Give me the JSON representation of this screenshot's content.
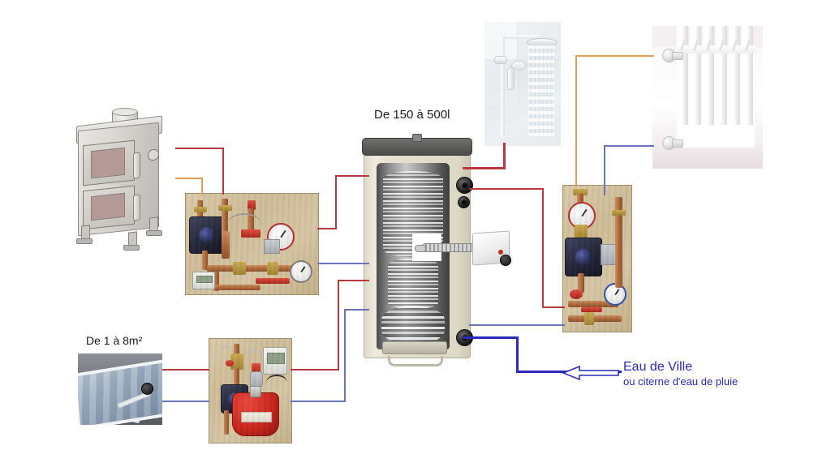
{
  "diagram": {
    "title_hidden": "",
    "background": "#ffffff",
    "labels": {
      "tank_capacity": "De 150 à 500l",
      "collector_area": "De 1 à 8m²",
      "water_supply_main": "Eau de Ville",
      "water_supply_sub": "ou citerne d'eau de pluie"
    },
    "colors": {
      "hot_flow_red": "#b8383c",
      "boiler_return_orange": "#e0a156",
      "cold_blue": "#6a74b8",
      "mains_water_navy": "#2b2bbb",
      "label_text": "#1a1a1a",
      "label_blue_text": "#2b2bbb"
    },
    "components": [
      {
        "name": "wood-boiler",
        "caption": ""
      },
      {
        "name": "boiler-pump-station",
        "caption": ""
      },
      {
        "name": "thermal-storage-tank",
        "caption": "De 150 à 500l"
      },
      {
        "name": "electric-immersion-heater",
        "caption": ""
      },
      {
        "name": "shower",
        "caption": ""
      },
      {
        "name": "radiator",
        "caption": ""
      },
      {
        "name": "heating-circuit-pump-station",
        "caption": ""
      },
      {
        "name": "solar-collector",
        "caption": "De 1 à 8m²"
      },
      {
        "name": "solar-pump-station-expansion-vessel",
        "caption": ""
      }
    ],
    "pipes": [
      {
        "name": "boiler-flow-to-pump-station",
        "color": "#b8383c"
      },
      {
        "name": "boiler-return-orange",
        "color": "#e0a156"
      },
      {
        "name": "pump-station-to-tank-red",
        "color": "#b8383c"
      },
      {
        "name": "tank-to-shower-red",
        "color": "#b8383c"
      },
      {
        "name": "tank-to-heating-pump-red",
        "color": "#b8383c"
      },
      {
        "name": "radiator-return-blue",
        "color": "#6a74b8"
      },
      {
        "name": "solar-collector-flow-red",
        "color": "#b8383c"
      },
      {
        "name": "solar-return-blue",
        "color": "#6a74b8"
      },
      {
        "name": "mains-cold-water-to-tank",
        "color": "#2b2bbb"
      }
    ]
  }
}
